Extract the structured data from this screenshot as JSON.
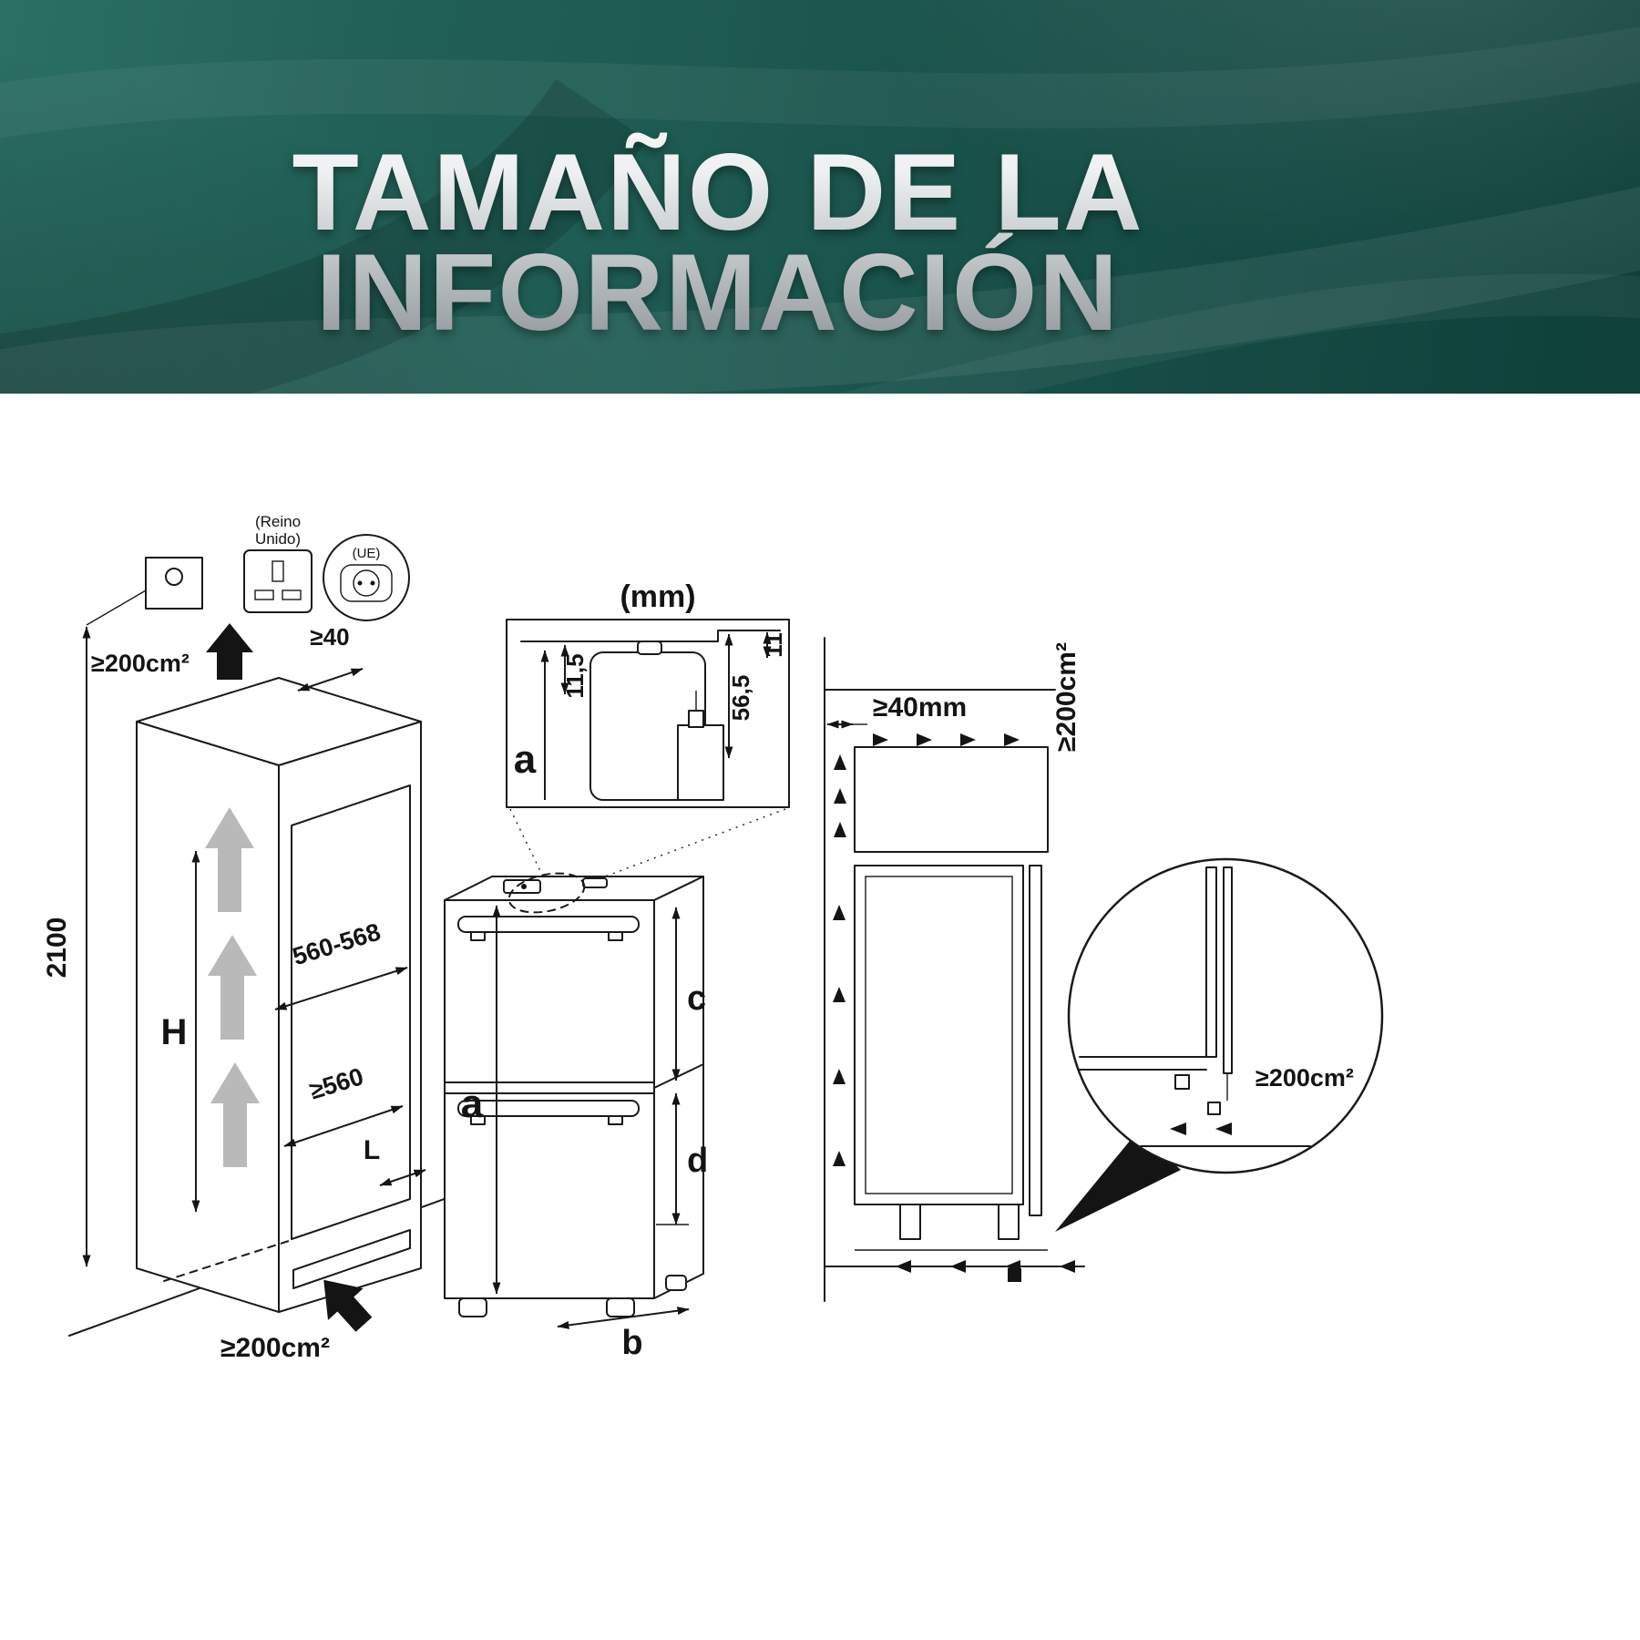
{
  "header": {
    "title_line1": "TAMAÑO DE LA",
    "title_line2": "INFORMACIÓN",
    "bg_color": "#1f5d54",
    "text_gradient_top": "#ffffff",
    "text_gradient_bottom": "#939a9e"
  },
  "sockets": {
    "uk_label_line1": "(Reino",
    "uk_label_line2": "Unido)",
    "eu_label": "(UE)"
  },
  "niche": {
    "vent_top_area": "≥200cm²",
    "top_clearance": "≥40",
    "total_height": "2100",
    "niche_height": "H",
    "niche_width": "560-568",
    "niche_depth": "≥560",
    "left_label": "L",
    "vent_bottom_area": "≥200cm²"
  },
  "inset": {
    "units": "(mm)",
    "dim_top_gap": "11,5",
    "dim_hinge": "56,5",
    "dim_overlap": "11",
    "height_ref": "a"
  },
  "appliance_front": {
    "height": "a",
    "width": "b",
    "upper_door": "c",
    "lower_door": "d"
  },
  "side_view": {
    "rear_clearance": "≥40mm",
    "vent_top_area": "≥200cm²",
    "vent_detail_area": "≥200cm²"
  }
}
